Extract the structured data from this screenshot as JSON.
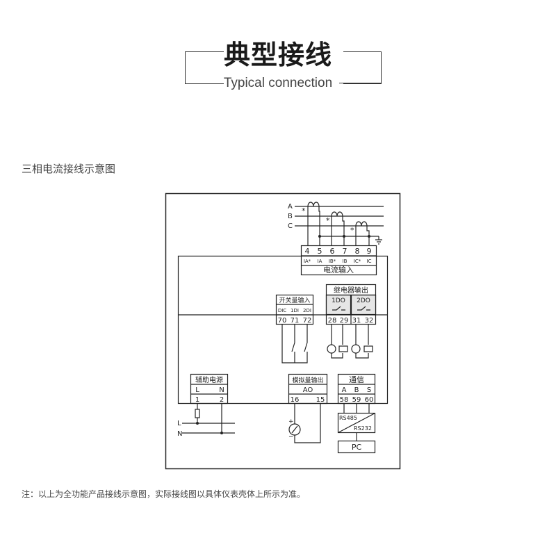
{
  "header": {
    "title_cn": "典型接线",
    "title_en": "Typical connection"
  },
  "section_label": "三相电流接线示意图",
  "diagram": {
    "phases": [
      "A",
      "B",
      "C"
    ],
    "ct_mark": "*",
    "current_input": {
      "title": "电流输入",
      "terminals": [
        "4",
        "5",
        "6",
        "7",
        "8",
        "9"
      ],
      "signals": [
        "IA*",
        "IA",
        "IB*",
        "IB",
        "IC*",
        "IC"
      ]
    },
    "switch_input": {
      "title": "开关量输入",
      "signals": [
        "DIC",
        "1DI",
        "2DI"
      ],
      "terminals": [
        "70",
        "71",
        "72"
      ]
    },
    "relay_output": {
      "title": "继电器输出",
      "channels": [
        "1DO",
        "2DO"
      ],
      "terminals": [
        "28",
        "29",
        "31",
        "32"
      ]
    },
    "aux_power": {
      "title": "辅助电源",
      "signals": [
        "L",
        "N"
      ],
      "terminals": [
        "1",
        "2"
      ],
      "lines": [
        "L",
        "N"
      ]
    },
    "analog_output": {
      "title": "模拟量输出",
      "signal": "AO",
      "terminals": [
        "16",
        "15"
      ],
      "meter_plus": "+",
      "meter_minus": "−"
    },
    "communication": {
      "title": "通信",
      "signals": [
        "A",
        "B",
        "S"
      ],
      "terminals": [
        "58",
        "59",
        "60"
      ],
      "converter_top": "RS485",
      "converter_bottom": "RS232",
      "pc": "PC"
    }
  },
  "footnote": "注：以上为全功能产品接线示意图，实际接线图以具体仪表壳体上所示为准。"
}
